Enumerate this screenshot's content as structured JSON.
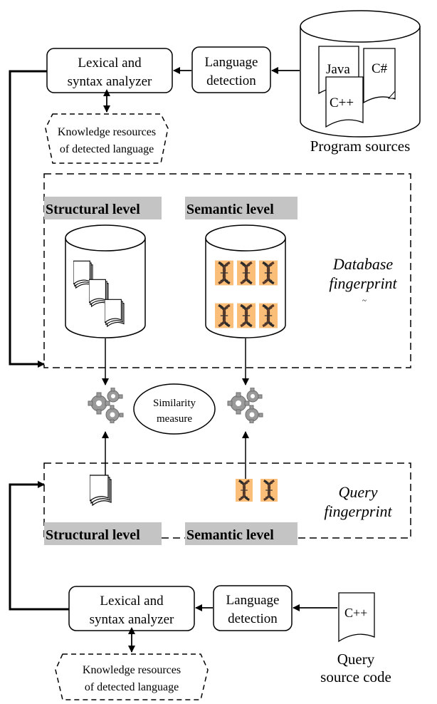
{
  "top_flow": {
    "analyzer": {
      "line1": "Lexical and",
      "line2": "syntax analyzer"
    },
    "detection": {
      "line1": "Language",
      "line2": "detection"
    },
    "knowledge": {
      "line1": "Knowledge resources",
      "line2": "of detected language"
    },
    "sources": {
      "caption": "Program sources",
      "lang1": "Java",
      "lang2": "C#",
      "lang3": "C++"
    }
  },
  "database_fingerprint": {
    "line1": "Database",
    "line2": "fingerprint",
    "mark": "~",
    "structural_label": "Structural level",
    "semantic_label": "Semantic level"
  },
  "similarity": {
    "line1": "Similarity",
    "line2": "measure"
  },
  "query_fingerprint": {
    "line1": "Query",
    "line2": "fingerprint",
    "structural_label": "Structural level",
    "semantic_label": "Semantic level"
  },
  "bottom_flow": {
    "analyzer": {
      "line1": "Lexical and",
      "line2": "syntax analyzer"
    },
    "detection": {
      "line1": "Language",
      "line2": "detection"
    },
    "knowledge": {
      "line1": "Knowledge resources",
      "line2": "of detected language"
    },
    "query": {
      "doc_label": "C++",
      "line1": "Query",
      "line2": "source code"
    }
  }
}
